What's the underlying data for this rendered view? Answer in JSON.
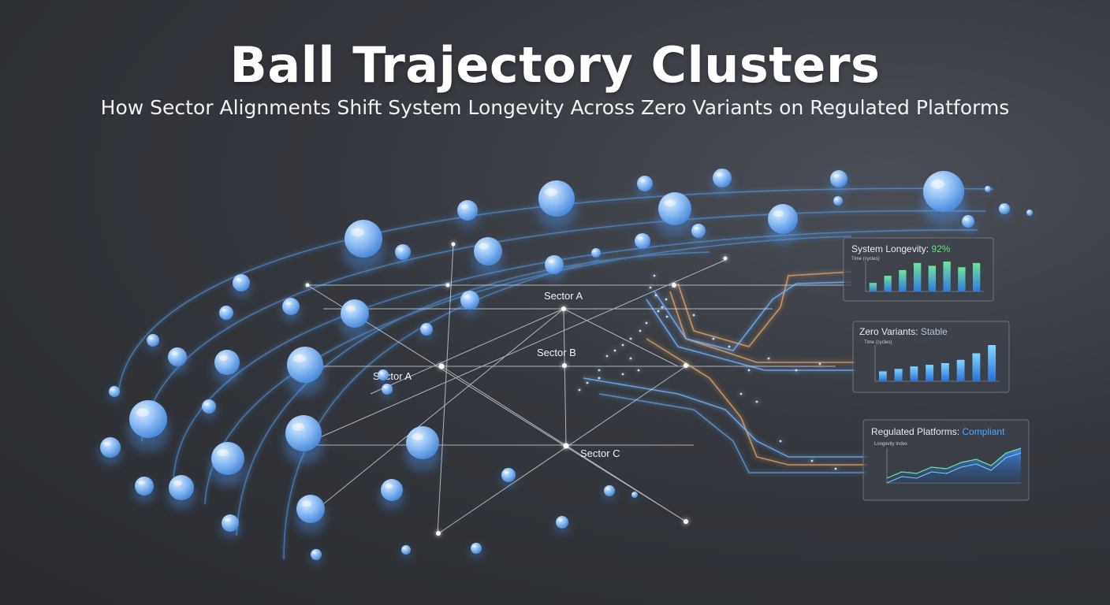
{
  "header": {
    "title": "Ball Trajectory Clusters",
    "subtitle": "How Sector Alignments Shift System Longevity Across Zero Variants on Regulated Platforms"
  },
  "sectors": [
    "Sector A",
    "Sector B",
    "Sector A",
    "Sector C"
  ],
  "panels": [
    {
      "label": "System Longevity: ",
      "value": "92%",
      "value_color": "#5fe08a",
      "axis_label": "Time (cycles)",
      "type": "bar",
      "values": [
        12,
        22,
        30,
        40,
        36,
        42,
        34,
        40
      ]
    },
    {
      "label": "Zero Variants: ",
      "value": "Stable",
      "value_color": "#b8c2d0",
      "axis_label": "Time (cycles)",
      "type": "bar",
      "values": [
        12,
        15,
        18,
        20,
        22,
        26,
        34,
        44
      ]
    },
    {
      "label": "Regulated Platforms: ",
      "value": "Compliant",
      "value_color": "#4aa8ff",
      "axis_label": "Longevity Index",
      "type": "area",
      "values": [
        6,
        14,
        12,
        20,
        18,
        26,
        30,
        22,
        38,
        44
      ]
    }
  ],
  "colors": {
    "orb": "#8fc4ff",
    "trail": "#5aa8ff",
    "copper": "#e0a46a"
  }
}
